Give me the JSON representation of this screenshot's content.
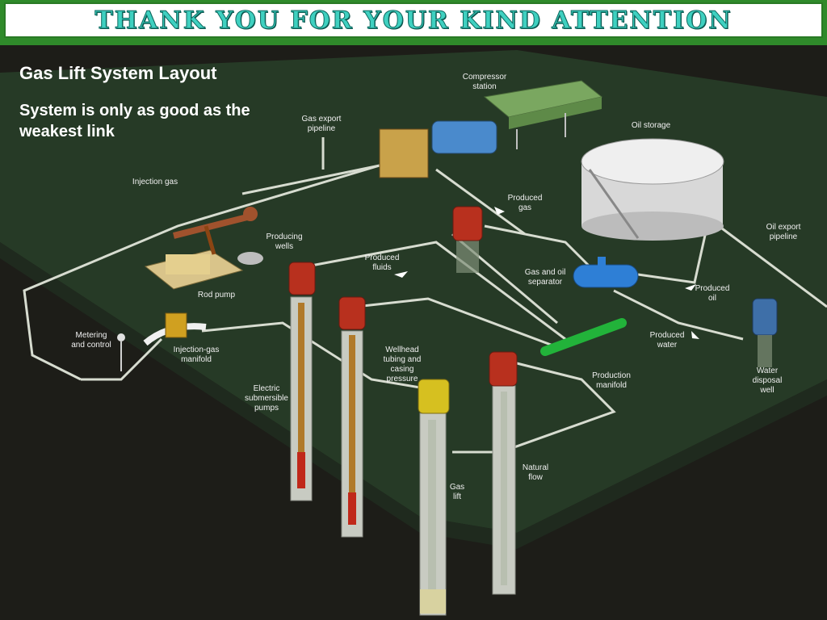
{
  "banner": {
    "text": "THANK YOU FOR YOUR KIND ATTENTION"
  },
  "heading": {
    "title": "Gas Lift System Layout",
    "subtitle": "System is only as good as the weakest link"
  },
  "diagram_labels": {
    "compressor_station": [
      "Compressor",
      "station"
    ],
    "gas_export_pipeline": [
      "Gas export",
      "pipeline"
    ],
    "oil_storage": [
      "Oil storage"
    ],
    "injection_gas": [
      "Injection gas"
    ],
    "produced_gas": [
      "Produced",
      "gas"
    ],
    "producing_wells": [
      "Producing",
      "wells"
    ],
    "produced_fluids": [
      "Produced",
      "fluids"
    ],
    "oil_export_pipeline": [
      "Oil export",
      "pipeline"
    ],
    "rod_pump": [
      "Rod pump"
    ],
    "gas_oil_separator": [
      "Gas and oil",
      "separator"
    ],
    "produced_oil": [
      "Produced",
      "oil"
    ],
    "metering_control": [
      "Metering",
      "and control"
    ],
    "injection_gas_manifold": [
      "Injection-gas",
      "manifold"
    ],
    "wellhead_pressure": [
      "Wellhead",
      "tubing and",
      "casing",
      "pressure"
    ],
    "produced_water": [
      "Produced",
      "water"
    ],
    "production_manifold": [
      "Production",
      "manifold"
    ],
    "water_disposal_well": [
      "Water",
      "disposal",
      "well"
    ],
    "esp": [
      "Electric",
      "submersible",
      "pumps"
    ],
    "natural_flow": [
      "Natural",
      "flow"
    ],
    "gas_lift": [
      "Gas",
      "lift"
    ]
  },
  "colors": {
    "ground": "#263a26",
    "pipe": "#d7dcd0",
    "banner_green": "#2f8a2a",
    "banner_text": "#3fd0c0",
    "wellhead_red": "#b8301e",
    "manifold_green": "#22b33a",
    "separator_blue": "#2e7fd6"
  }
}
